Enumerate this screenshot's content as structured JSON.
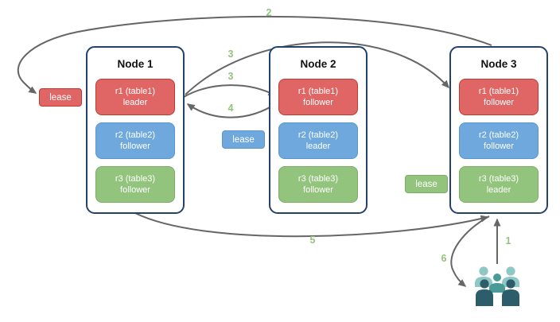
{
  "nodes": [
    {
      "title": "Node 1",
      "replicas": [
        {
          "line1": "r1 (table1)",
          "line2": "leader",
          "color": "red"
        },
        {
          "line1": "r2 (table2)",
          "line2": "follower",
          "color": "blue"
        },
        {
          "line1": "r3 (table3)",
          "line2": "follower",
          "color": "green"
        }
      ]
    },
    {
      "title": "Node 2",
      "replicas": [
        {
          "line1": "r1 (table1)",
          "line2": "follower",
          "color": "red"
        },
        {
          "line1": "r2 (table2)",
          "line2": "leader",
          "color": "blue"
        },
        {
          "line1": "r3 (table3)",
          "line2": "follower",
          "color": "green"
        }
      ]
    },
    {
      "title": "Node 3",
      "replicas": [
        {
          "line1": "r1 (table1)",
          "line2": "follower",
          "color": "red"
        },
        {
          "line1": "r2 (table2)",
          "line2": "follower",
          "color": "blue"
        },
        {
          "line1": "r3 (table3)",
          "line2": "leader",
          "color": "green"
        }
      ]
    }
  ],
  "leases": [
    {
      "label": "lease",
      "color": "#e06666"
    },
    {
      "label": "lease",
      "color": "#6fa8dc"
    },
    {
      "label": "lease",
      "color": "#93c47d"
    }
  ],
  "steps": {
    "s1": "1",
    "s2": "2",
    "s3a": "3",
    "s3b": "3",
    "s4": "4",
    "s5": "5",
    "s6": "6"
  },
  "icons": {
    "users_group": "users-group-icon"
  },
  "colors": {
    "red_fill": "#e06666",
    "red_border": "#c2392f",
    "blue_fill": "#6fa8dc",
    "blue_border": "#5a95cf",
    "green_fill": "#93c47d",
    "green_border": "#7bae64",
    "node_border": "#24426b",
    "arrow": "#666666",
    "step_label": "#93c47d",
    "users_light": "#8fc7c5",
    "users_mid": "#4a9a98",
    "users_dark": "#2d5d6b"
  }
}
